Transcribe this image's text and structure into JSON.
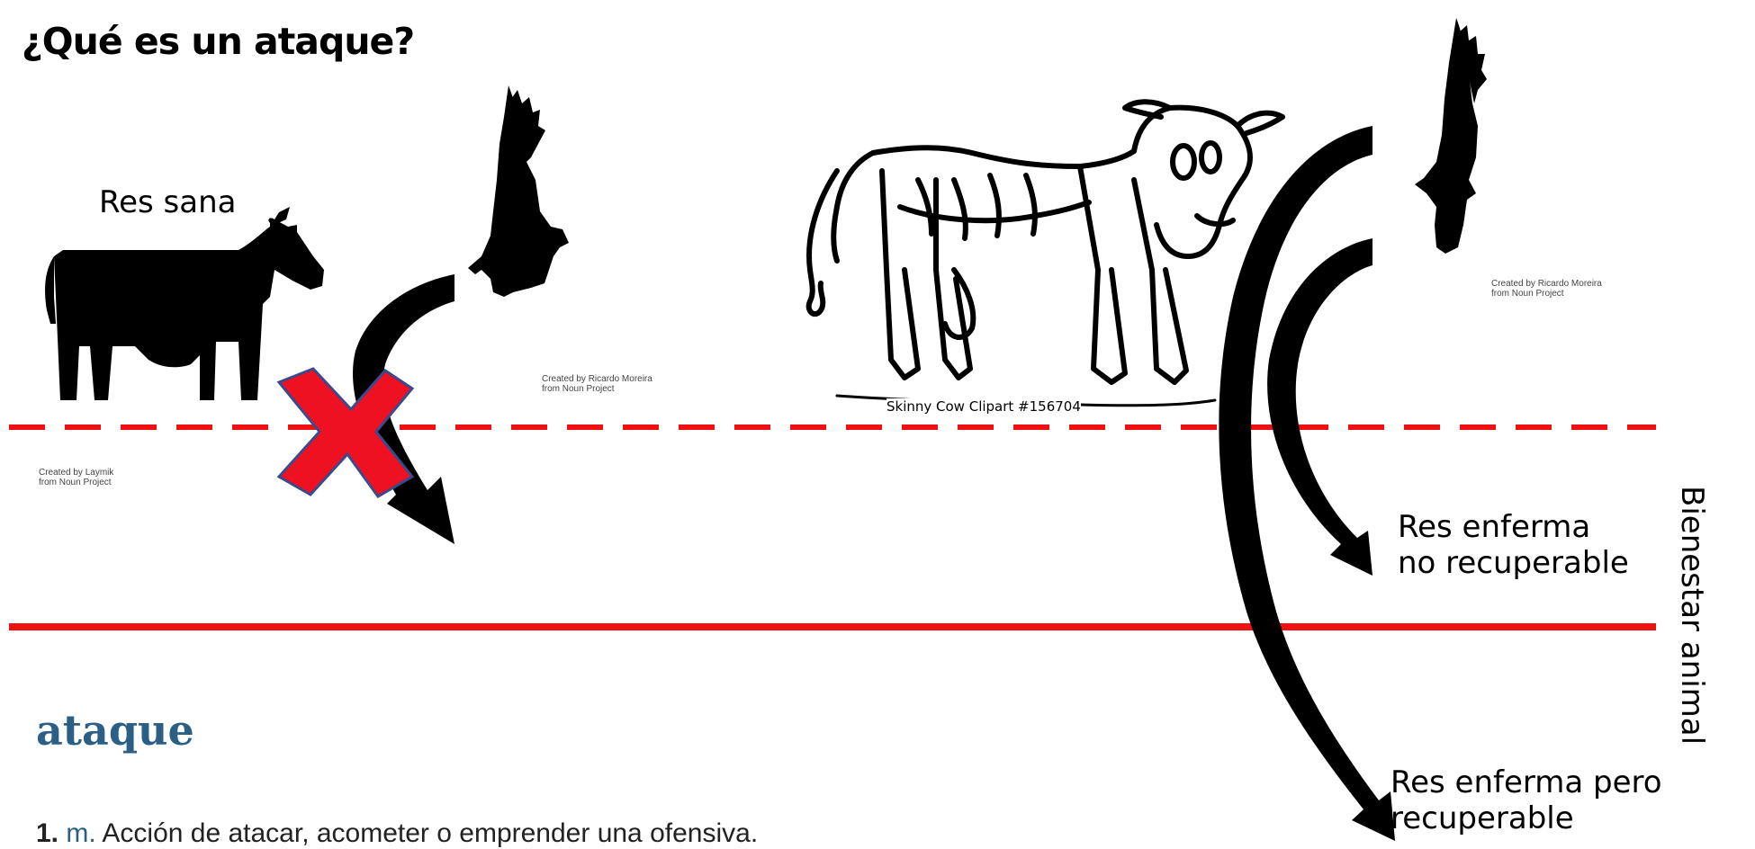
{
  "title": "¿Qué es un ataque?",
  "labels": {
    "healthy_cow": "Res sana",
    "sick_unrecoverable": [
      "Res enferma",
      "no recuperable"
    ],
    "sick_recoverable": [
      "Res enferma pero",
      "recuperable"
    ],
    "welfare_axis": "Bienestar animal"
  },
  "credits": {
    "vulture_left": [
      "Created by Ricardo Moreira",
      "from Noun Project"
    ],
    "vulture_right": [
      "Created by Ricardo Moreira",
      "from Noun Project"
    ],
    "cow": [
      "Created by Laymik",
      "from Noun Project"
    ],
    "skinny_cow": "Skinny Cow Clipart #156704"
  },
  "dictionary": {
    "word": "ataque",
    "number": "1.",
    "abbr": "m.",
    "definition": "Acción de atacar, acometer o emprender una ofensiva."
  },
  "colors": {
    "threshold_line": "#ee1111",
    "cross": "#ee1122",
    "cross_outline": "#3a4a8a",
    "dictionary_word": "#2c5f86"
  },
  "icons": [
    "cow-icon",
    "vulture-icon",
    "skinny-cow-illustration",
    "curved-arrow-icon",
    "cross-mark-icon"
  ]
}
